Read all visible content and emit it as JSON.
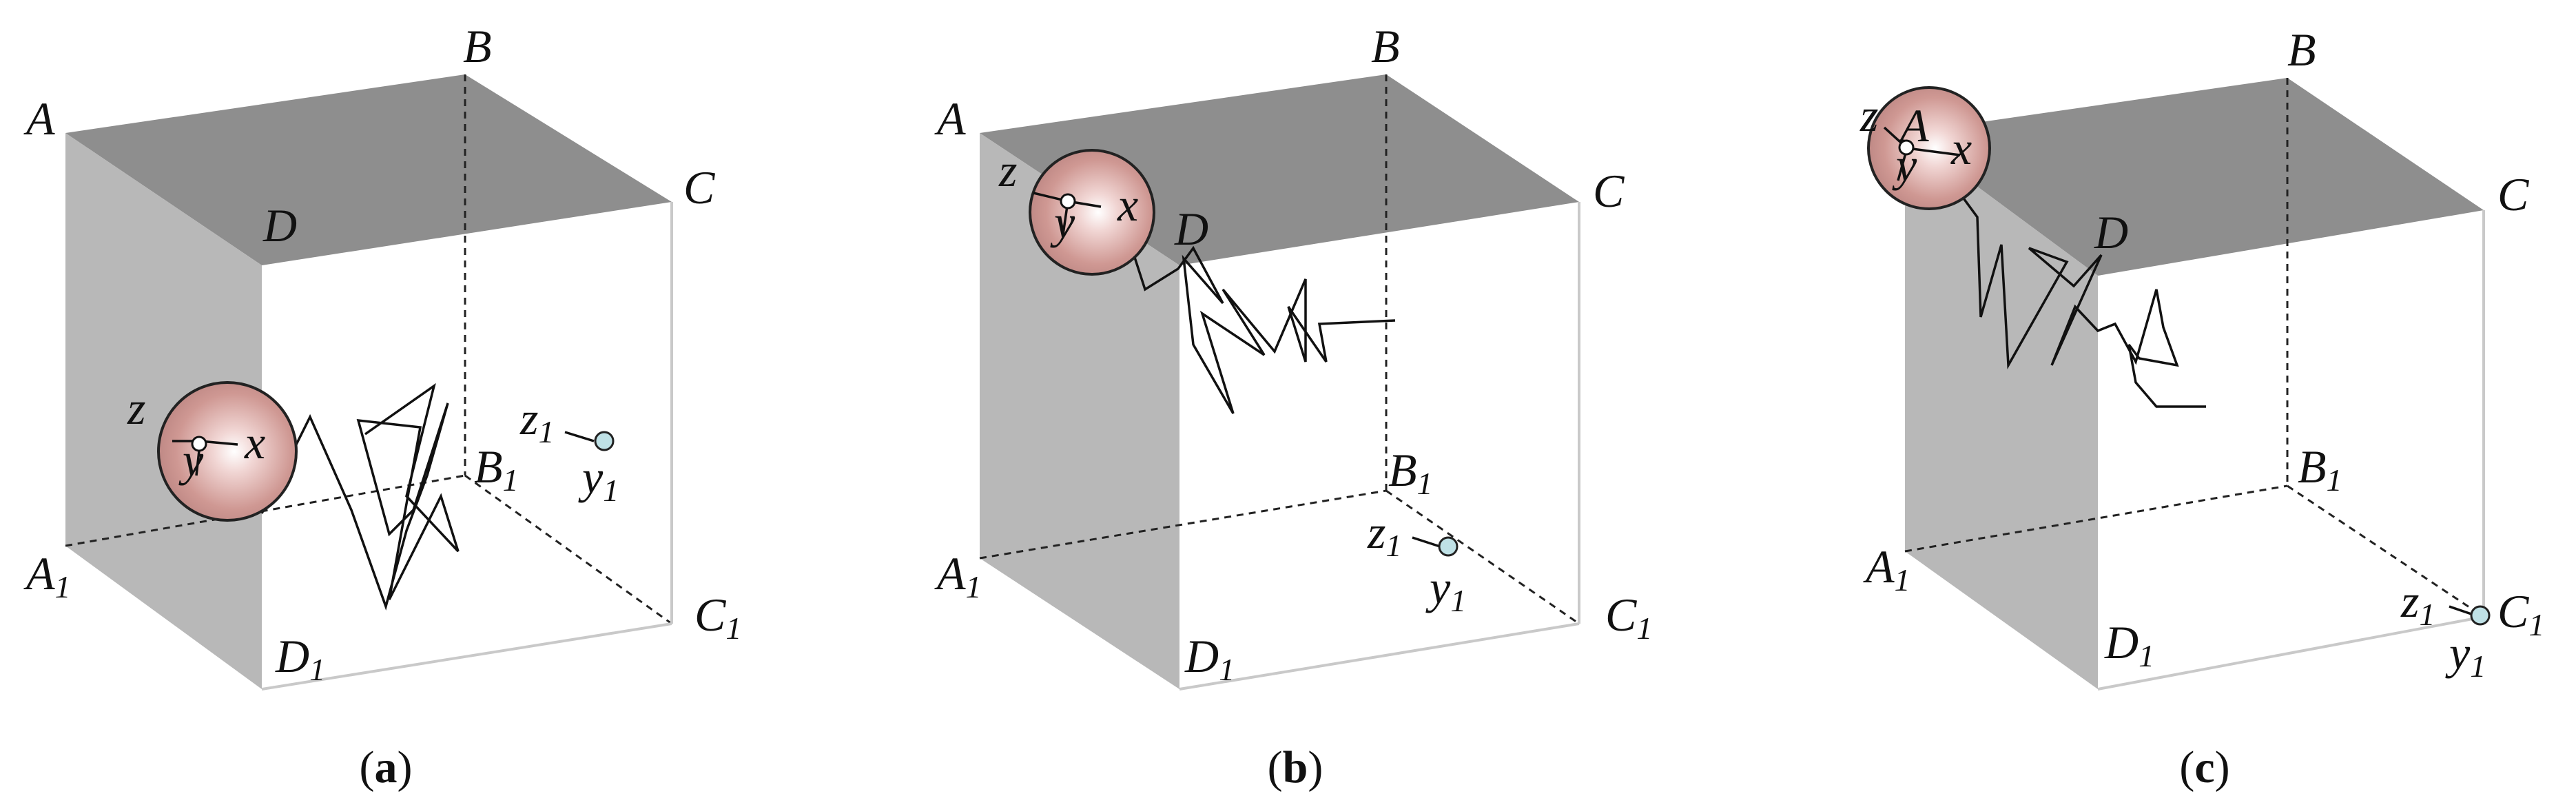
{
  "colors": {
    "top_face": "#8e8e8e",
    "left_face": "#b8b8b8",
    "edge": "#c9c9c9",
    "sphere": "#d9a9a6",
    "marker": "#bfe1e6"
  },
  "panels": [
    {
      "caption_open": "(",
      "caption_letter": "a",
      "caption_close": ")",
      "vertices": {
        "A": "A",
        "B": "B",
        "C": "C",
        "D": "D",
        "A1": "A",
        "A1_sub": "1",
        "B1": "B",
        "B1_sub": "1",
        "C1": "C",
        "C1_sub": "1",
        "D1": "D",
        "D1_sub": "1"
      },
      "axes": {
        "x": "x",
        "y": "y",
        "z": "z",
        "y1": "y",
        "y1_sub": "1",
        "z1": "z",
        "z1_sub": "1"
      }
    },
    {
      "caption_open": "(",
      "caption_letter": "b",
      "caption_close": ")",
      "vertices": {
        "A": "A",
        "B": "B",
        "C": "C",
        "D": "D",
        "A1": "A",
        "A1_sub": "1",
        "B1": "B",
        "B1_sub": "1",
        "C1": "C",
        "C1_sub": "1",
        "D1": "D",
        "D1_sub": "1"
      },
      "axes": {
        "x": "x",
        "y": "y",
        "z": "z",
        "y1": "y",
        "y1_sub": "1",
        "z1": "z",
        "z1_sub": "1"
      }
    },
    {
      "caption_open": "(",
      "caption_letter": "c",
      "caption_close": ")",
      "vertices": {
        "A": "A",
        "B": "B",
        "C": "C",
        "D": "D",
        "A1": "A",
        "A1_sub": "1",
        "B1": "B",
        "B1_sub": "1",
        "C1": "C",
        "C1_sub": "1",
        "D1": "D",
        "D1_sub": "1"
      },
      "axes": {
        "x": "x",
        "y": "y",
        "z": "z",
        "y1": "y",
        "y1_sub": "1",
        "z1": "z",
        "z1_sub": "1"
      }
    }
  ]
}
